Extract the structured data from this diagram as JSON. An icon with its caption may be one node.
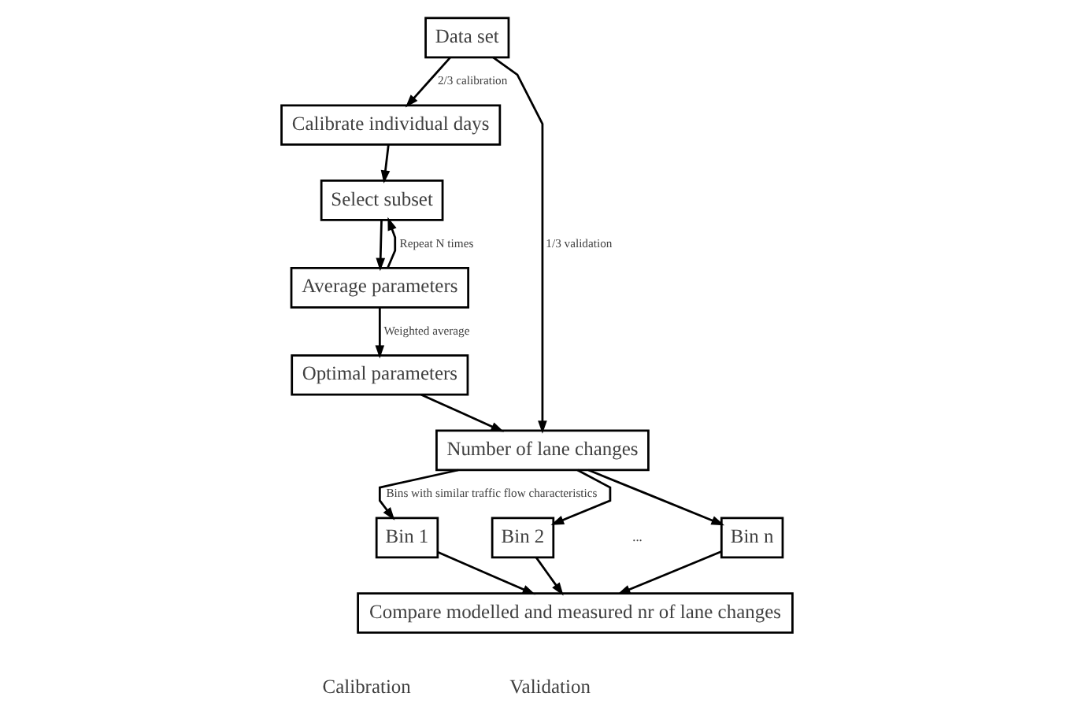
{
  "diagram": {
    "nodes": [
      {
        "text": [
          "Data set"
        ]
      },
      {
        "text": [
          "Calibrate individual days"
        ]
      },
      {
        "text": [
          "Select subset"
        ]
      },
      {
        "text": [
          "Average parameters"
        ]
      },
      {
        "text": [
          "Optimal parameters"
        ]
      },
      {
        "text": [
          "Number of lane changes"
        ]
      },
      {
        "text": [
          "Bin 1"
        ]
      },
      {
        "text": [
          "Bin 2"
        ]
      },
      {
        "text": [
          "Bin n"
        ]
      },
      {
        "text": [
          "Compare modelled and measured nr of lane changes"
        ]
      }
    ],
    "edges": [
      {
        "from": 0,
        "to": 1,
        "arrow": "to",
        "label": "2/3 calibration"
      },
      {
        "from": 0,
        "to": 5,
        "arrow": "to",
        "label": "1/3 validation"
      },
      {
        "from": 1,
        "to": 2,
        "arrow": "to"
      },
      {
        "from": 2,
        "to": 3,
        "arrow": "to"
      },
      {
        "from": 3,
        "to": 2,
        "arrow": "to",
        "label": "Repeat N times"
      },
      {
        "from": 3,
        "to": 4,
        "arrow": "to",
        "label": "Weighted average"
      },
      {
        "from": 4,
        "to": 5,
        "arrow": "to"
      },
      {
        "from": 5,
        "to": 6,
        "arrow": "to",
        "label": "Bins with similar traffic flow characteristics"
      },
      {
        "from": 5,
        "to": 7,
        "arrow": "to"
      },
      {
        "from": 5,
        "to": 8,
        "arrow": "to"
      },
      {
        "from": 6,
        "to": 9,
        "arrow": "to"
      },
      {
        "from": 7,
        "to": 9,
        "arrow": "to"
      },
      {
        "from": 8,
        "to": 9,
        "arrow": "to"
      }
    ],
    "labels": [
      "...",
      "Calibration",
      "Validation"
    ]
  }
}
